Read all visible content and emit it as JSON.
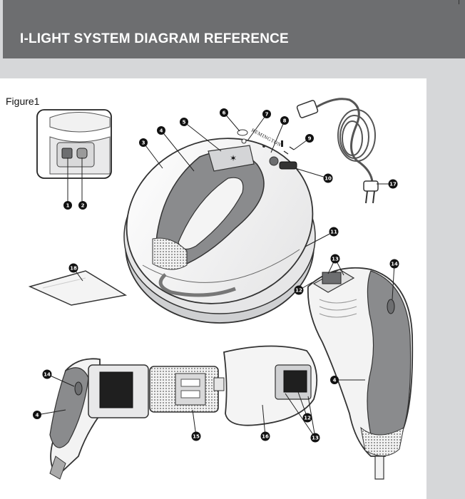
{
  "header": {
    "title": "I-LIGHT SYSTEM DIAGRAM REFERENCE"
  },
  "figure": {
    "label": "Figure1"
  },
  "device": {
    "brand": "REMINGTON"
  },
  "callouts": {
    "c1": "1",
    "c2": "2",
    "c3": "3",
    "c4": "4",
    "c5": "5",
    "c6": "6",
    "c7": "7",
    "c8": "8",
    "c9": "9",
    "c10": "10",
    "c11": "11",
    "c12": "12",
    "c13": "13",
    "c14": "14",
    "c15": "15",
    "c16": "16",
    "c17": "17",
    "c18": "18"
  },
  "colors": {
    "header_bg": "#6d6e70",
    "page_bg": "#d6d7d9",
    "panel_bg": "#ffffff",
    "device_grey": "#8a8b8d",
    "outline": "#3a3a3a"
  }
}
